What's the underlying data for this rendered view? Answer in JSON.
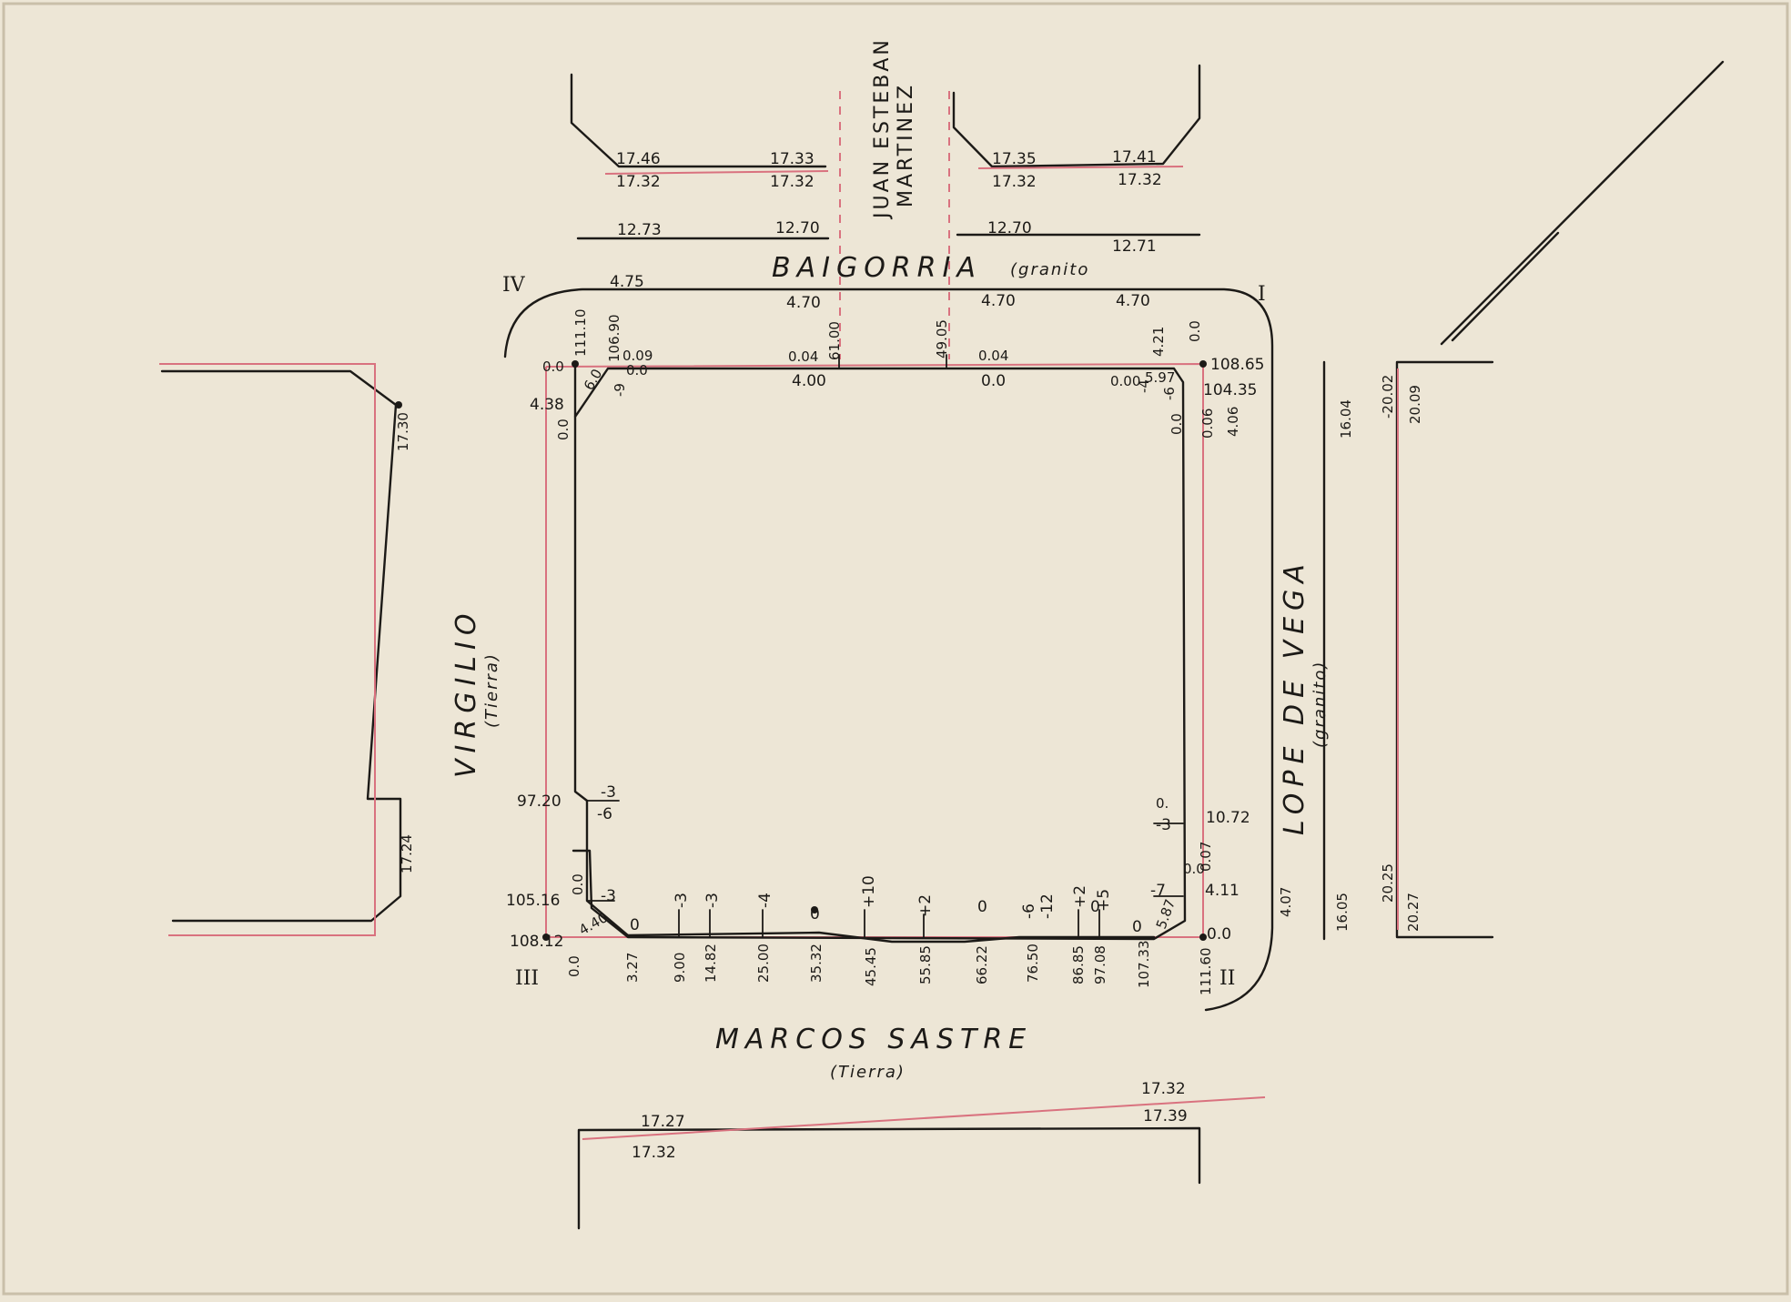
{
  "streets": {
    "baigorria": "BAIGORRIA",
    "baigorria_surface": "(granito",
    "juan_esteban": "JUAN ESTEBAN",
    "martinez": "MARTINEZ",
    "virgilio": "VIRGILIO",
    "virgilio_surface": "(Tierra)",
    "lope_de_vega": "LOPE DE VEGA",
    "lope_surface": "(granito)",
    "marcos_sastre": "MARCOS SASTRE",
    "marcos_surface": "(Tierra)"
  },
  "corners": {
    "i": "I",
    "ii": "II",
    "iii": "III",
    "iv": "IV"
  },
  "levels": {
    "top_left_upper_a": "17.46",
    "top_left_upper_b": "17.33",
    "top_left_lower_a": "17.32",
    "top_left_lower_b": "17.32",
    "top_right_upper_a": "17.35",
    "top_right_upper_b": "17.41",
    "top_right_lower_a": "17.32",
    "top_right_lower_b": "17.32",
    "curb_top_a": "12.73",
    "curb_top_b": "12.70",
    "curb_top_c": "12.70",
    "curb_top_d": "12.71",
    "bottom_upper_a": "17.27",
    "bottom_upper_b": "17.32",
    "bottom_upper_c": "17.39",
    "bottom_lower_a": "17.32",
    "left_upper": "17.30",
    "left_lower": "17.24",
    "right_a": "16.04",
    "right_b": "-20.02",
    "right_c": "20.09",
    "right_d": "16.05",
    "right_e": "20.25",
    "right_f": "20.27"
  },
  "top_edge": {
    "w1": "4.75",
    "w2": "4.70",
    "w3": "4.70",
    "w4": "4.70",
    "v1": "111.10",
    "v2": "106.90",
    "v3": "0.09",
    "v4": "0.04",
    "v5": "61.00",
    "v6": "49.05",
    "v7": "0.04",
    "v8": "4.21",
    "v9": "0.0",
    "z1": "0.0",
    "z2": "6.0",
    "z3": "-9",
    "z4": "0.0",
    "z5": "4.00",
    "z6": "0.0",
    "z7": "0.00",
    "z8": "5.97",
    "z9": "-4",
    "z10": "-6"
  },
  "left_edge": {
    "a": "4.38",
    "b": "0.0",
    "c": "97.20",
    "d": "-3",
    "e": "-6",
    "f": "105.16",
    "g": "0.0",
    "h": "-3",
    "i": "4.40",
    "j": "108.12"
  },
  "right_edge": {
    "a": "108.65",
    "b": "104.35",
    "c": "0.0",
    "d": "0.06",
    "e": "4.06",
    "f": "0.",
    "g": "-3",
    "h": "10.72",
    "i": "0.07",
    "j": "-7",
    "k": "4.11",
    "l": "0.0",
    "m": "5.87",
    "n": "0.0",
    "o": "4.07"
  },
  "bottom_edge": {
    "chain": [
      "0.0",
      "3.27",
      "9.00",
      "14.82",
      "25.00",
      "35.32",
      "45.45",
      "55.85",
      "66.22",
      "76.50",
      "86.85",
      "97.08",
      "107.33",
      "111.60"
    ],
    "marks": [
      "0",
      "-3",
      "-3",
      "-4",
      "0",
      "+10",
      "+2",
      "0",
      "-6",
      "-12",
      "+2",
      "0",
      "+5",
      "0"
    ]
  }
}
